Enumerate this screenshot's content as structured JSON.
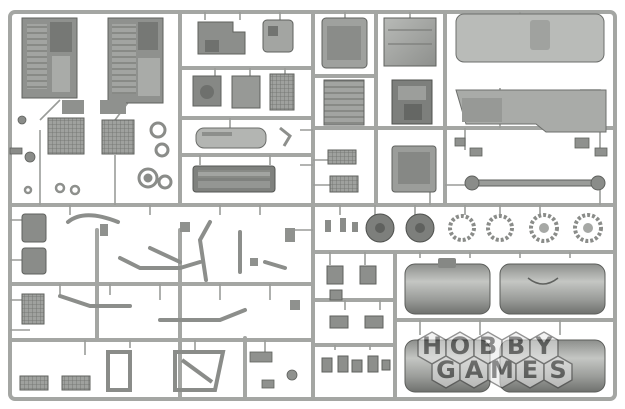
{
  "image": {
    "subject": "plastic model kit sprue (parts tree)",
    "background_color": "#ffffff",
    "plastic_color": "#a7a9a6"
  },
  "watermark": {
    "lines": [
      "HOBBY",
      "GAMES"
    ],
    "letters_row1": [
      "H",
      "O",
      "B",
      "B",
      "Y"
    ],
    "letters_row2": [
      "G",
      "A",
      "M",
      "E",
      "S"
    ]
  }
}
